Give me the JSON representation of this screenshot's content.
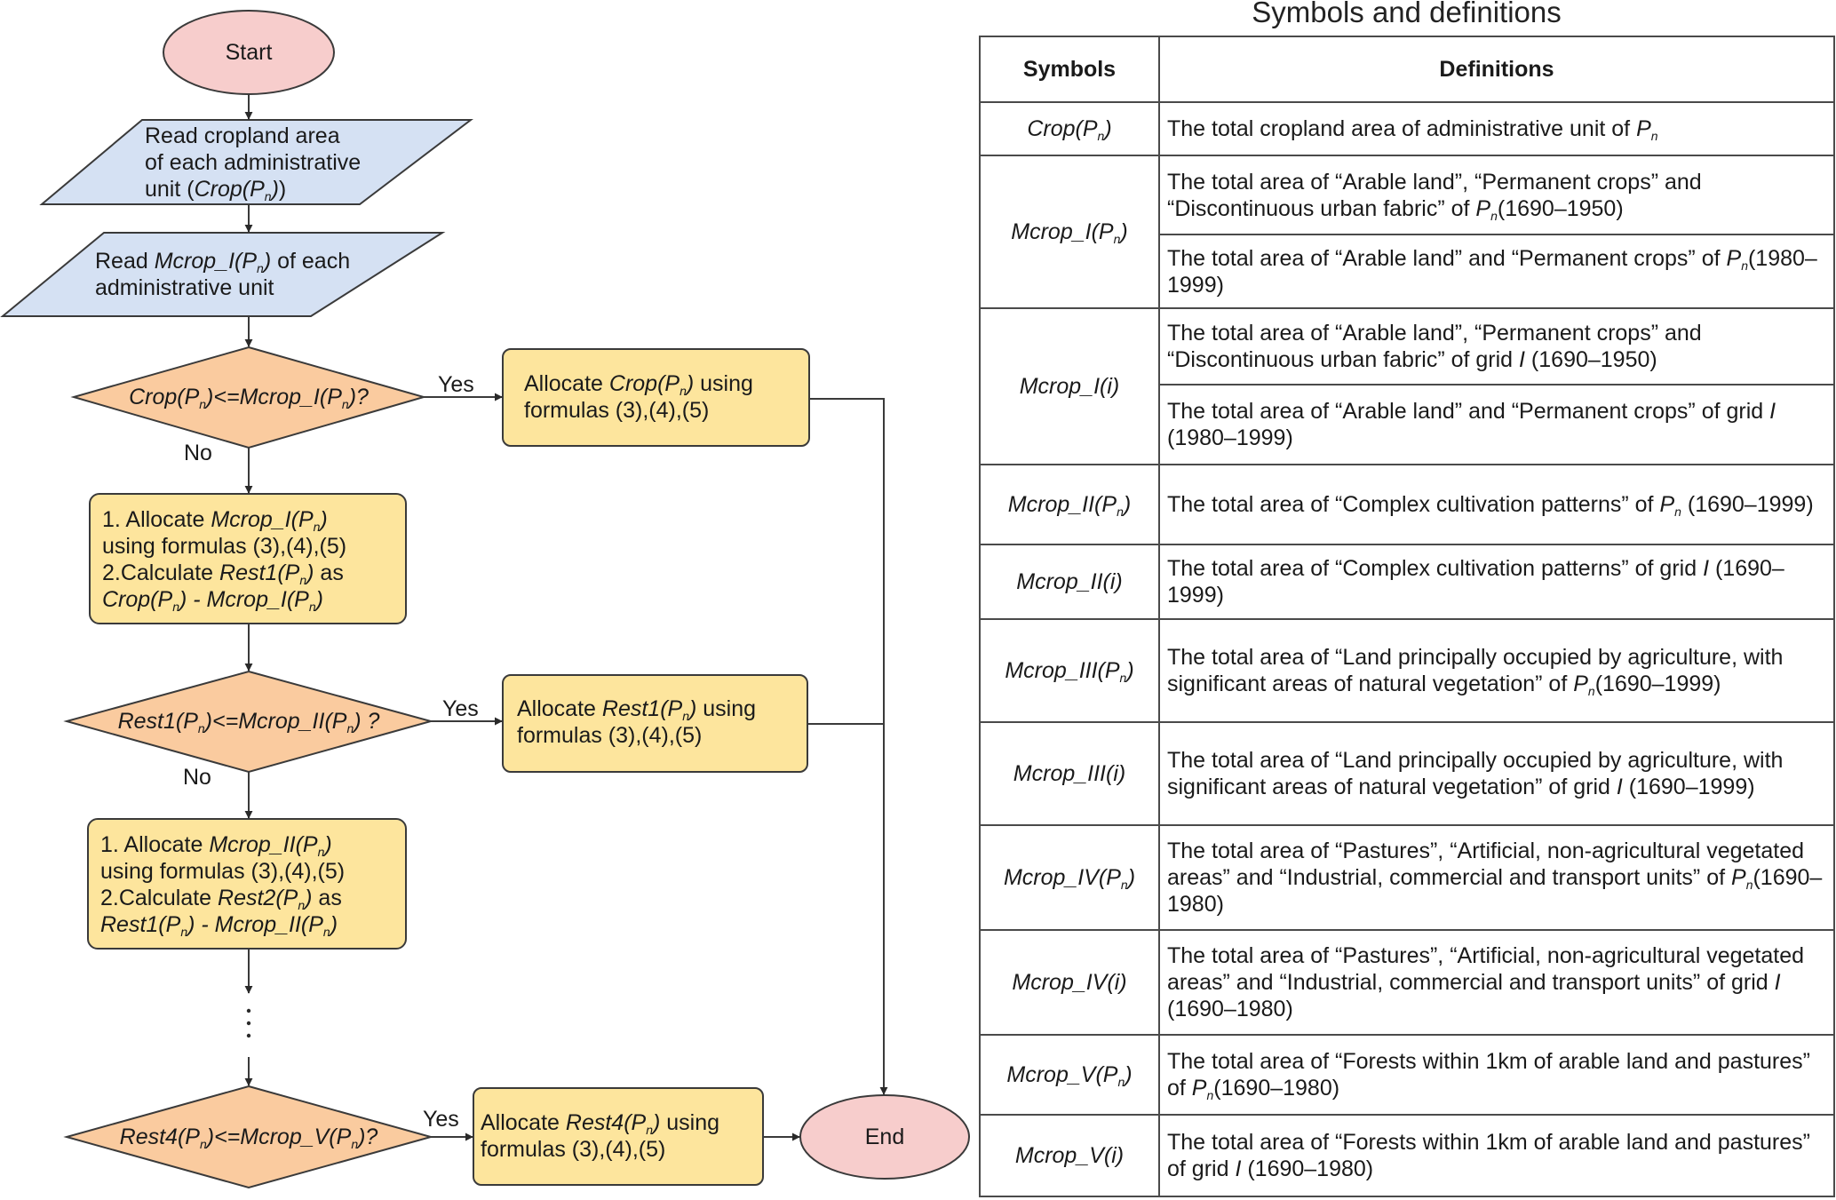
{
  "colors": {
    "terminal_fill": "#f7cdcc",
    "io_fill": "#d5e1f3",
    "decision_fill": "#facb9f",
    "process_fill": "#fde59d",
    "stroke": "#3a3a3a"
  },
  "flowchart": {
    "start": "Start",
    "end": "End",
    "read_crop": [
      "Read cropland area",
      "of each administrative",
      "unit ("
    ],
    "read_crop_symbol": "Crop(P",
    "read_crop_tail": "))",
    "read_mcrop_pre": "Read ",
    "read_mcrop_symbol": "Mcrop_I(P",
    "read_mcrop_post": ") of each",
    "read_mcrop_line2": "administrative unit",
    "decision1": {
      "left": "Crop(P",
      "mid": ")<=Mcrop_I(P",
      "right": ")?"
    },
    "decision2": {
      "left": "Rest1(P",
      "mid": ")<=Mcrop_II(P",
      "right": ") ?"
    },
    "decision3": {
      "left": "Rest4(P",
      "mid": ")<=Mcrop_V(P",
      "right": ")?"
    },
    "yes_label": "Yes",
    "no_label": "No",
    "subscript": "n",
    "yes_box1": {
      "pre": "Allocate ",
      "sym": "Crop(P",
      "post": ") using",
      "line2": "formulas (3),(4),(5)"
    },
    "yes_box2": {
      "pre": "Allocate ",
      "sym": "Rest1(P",
      "post": ") using",
      "line2": "formulas (3),(4),(5)"
    },
    "yes_box3": {
      "pre": "Allocate ",
      "sym": "Rest4(P",
      "post": ") using",
      "line2": "formulas (3),(4),(5)"
    },
    "process1": {
      "l1_pre": "1. Allocate ",
      "l1_sym": "Mcrop_I(P",
      "l1_post": ")",
      "l2": " using formulas (3),(4),(5)",
      "l3_pre": "2.Calculate ",
      "l3_sym": "Rest1(P",
      "l3_post": ") as",
      "l4_a": "Crop(P",
      "l4_b": ") - Mcrop_I(P",
      "l4_c": ")"
    },
    "process2": {
      "l1_pre": "1. Allocate ",
      "l1_sym": "Mcrop_II(P",
      "l1_post": ")",
      "l2": "using formulas (3),(4),(5)",
      "l3_pre": "2.Calculate ",
      "l3_sym": "Rest2(P",
      "l3_post": ") as",
      "l4_a": "Rest1(P",
      "l4_b": ") - Mcrop_II(P",
      "l4_c": ")"
    },
    "ellipsis": "⋮"
  },
  "table": {
    "title": "Symbols and definitions",
    "headers": [
      "Symbols",
      "Definitions"
    ],
    "rows": [
      {
        "symbol": "Crop(P",
        "sub": "n",
        "symbol_tail": ")",
        "defs": [
          {
            "text": "The total cropland area of administrative unit of ",
            "var": "P",
            "var_sub": "n",
            "tail": ""
          }
        ]
      },
      {
        "symbol": "Mcrop_I(P",
        "sub": "n",
        "symbol_tail": ")",
        "defs": [
          {
            "text": "The total area of “Arable land”, “Permanent crops” and “Discontinuous urban fabric” of ",
            "var": "P",
            "var_sub": "n",
            "tail": "(1690–1950)"
          },
          {
            "text": "The total area of  “Arable land” and “Permanent crops” of ",
            "var": "P",
            "var_sub": "n",
            "tail": "(1980–1999)"
          }
        ]
      },
      {
        "symbol": "Mcrop_I(i)",
        "sub": "",
        "symbol_tail": "",
        "defs": [
          {
            "text": "The total area of “Arable land”, “Permanent crops” and “Discontinuous urban fabric” of grid ",
            "var": "I",
            "var_sub": "",
            "tail": " (1690–1950)"
          },
          {
            "text": "The total area of  “Arable land” and “Permanent crops” of grid ",
            "var": "I",
            "var_sub": "",
            "tail": " (1980–1999)"
          }
        ]
      },
      {
        "symbol": "Mcrop_II(P",
        "sub": "n",
        "symbol_tail": ")",
        "defs": [
          {
            "text": "The total area of “Complex cultivation patterns” of ",
            "var": "P",
            "var_sub": "n",
            "tail": " (1690–1999)"
          }
        ]
      },
      {
        "symbol": "Mcrop_II(i)",
        "sub": "",
        "symbol_tail": "",
        "defs": [
          {
            "text": "The total area of “Complex cultivation patterns” of grid ",
            "var": "I",
            "var_sub": "",
            "tail": " (1690–1999)"
          }
        ]
      },
      {
        "symbol": "Mcrop_III(P",
        "sub": "n",
        "symbol_tail": ")",
        "defs": [
          {
            "text": "The total area of “Land principally occupied by agriculture, with significant areas of natural vegetation” of ",
            "var": "P",
            "var_sub": "n",
            "tail": "(1690–1999)"
          }
        ]
      },
      {
        "symbol": "Mcrop_III(i)",
        "sub": "",
        "symbol_tail": "",
        "defs": [
          {
            "text": "The total area of “Land principally occupied by agriculture, with significant areas of natural vegetation” of grid ",
            "var": "I",
            "var_sub": "",
            "tail": " (1690–1999)"
          }
        ]
      },
      {
        "symbol": "Mcrop_IV(P",
        "sub": "n",
        "symbol_tail": ")",
        "defs": [
          {
            "text": "The total area of “Pastures”, “Artificial, non-agricultural vegetated areas” and “Industrial, commercial and transport units” of ",
            "var": "P",
            "var_sub": "n",
            "tail": "(1690–1980)"
          }
        ]
      },
      {
        "symbol": "Mcrop_IV(i)",
        "sub": "",
        "symbol_tail": "",
        "defs": [
          {
            "text": "The total area of “Pastures”, “Artificial, non-agricultural vegetated areas” and “Industrial, commercial and transport units” of grid ",
            "var": "I",
            "var_sub": "",
            "tail": " (1690–1980)"
          }
        ]
      },
      {
        "symbol": "Mcrop_V(P",
        "sub": "n",
        "symbol_tail": ")",
        "defs": [
          {
            "text": "The total area of “Forests within 1km of arable land and pastures” of ",
            "var": "P",
            "var_sub": "n",
            "tail": "(1690–1980)"
          }
        ]
      },
      {
        "symbol": "Mcrop_V(i)",
        "sub": "",
        "symbol_tail": "",
        "defs": [
          {
            "text": "The total area of “Forests within 1km of arable land and pastures” of grid ",
            "var": "I",
            "var_sub": "",
            "tail": " (1690–1980)"
          }
        ]
      }
    ]
  }
}
